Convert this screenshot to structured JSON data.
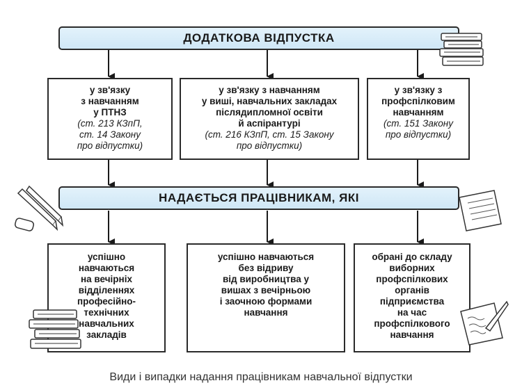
{
  "top_banner": "ДОДАТКОВА ВІДПУСТКА",
  "middle_banner": "НАДАЄТЬСЯ ПРАЦІВНИКАМ, ЯКІ",
  "reasons": [
    {
      "main": "у зв'язку\nз навчанням\nу ПТНЗ",
      "ref": "(ст. 213 КЗпП,\nст. 14 Закону\nпро відпустки)"
    },
    {
      "main": "у зв'язку з навчанням\nу виші, навчальних закладах\nпіслядипломної освіти\nй аспірантурі",
      "ref": "(ст. 216 КЗпП, ст. 15 Закону\nпро відпустки)"
    },
    {
      "main": "у зв'язку з\nпрофспілковим\nнавчанням",
      "ref": "(ст. 151 Закону\nпро відпустки)"
    }
  ],
  "workers": [
    {
      "text": "успішно\nнавчаються\nна вечірніх\nвідділеннях\nпрофесійно-\nтехнічних\nнавчальних\nзакладів"
    },
    {
      "text": "успішно навчаються\nбез відриву\nвід виробництва у\nвишах з вечірньою\nі заочною формами\nнавчання"
    },
    {
      "text": "обрані до складу\nвиборних\nпрофспілкових\nорганів\nпідприємства\nна час\nпрофспілкового\nнавчання"
    }
  ],
  "caption": "Види і випадки надання працівникам навчальної відпустки"
}
